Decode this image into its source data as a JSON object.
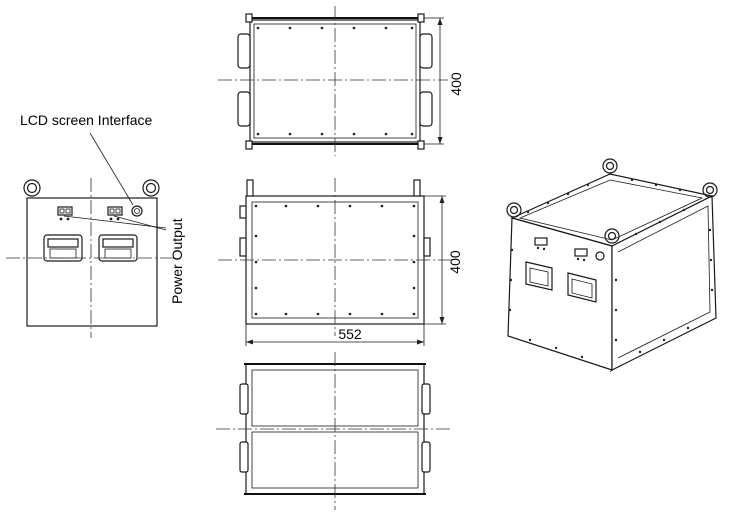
{
  "labels": {
    "lcd_screen_interface": "LCD screen Interface",
    "power_output": "Power Output"
  },
  "dimensions": {
    "top_view_height": "400",
    "front_view_height": "400",
    "front_view_width": "552"
  }
}
